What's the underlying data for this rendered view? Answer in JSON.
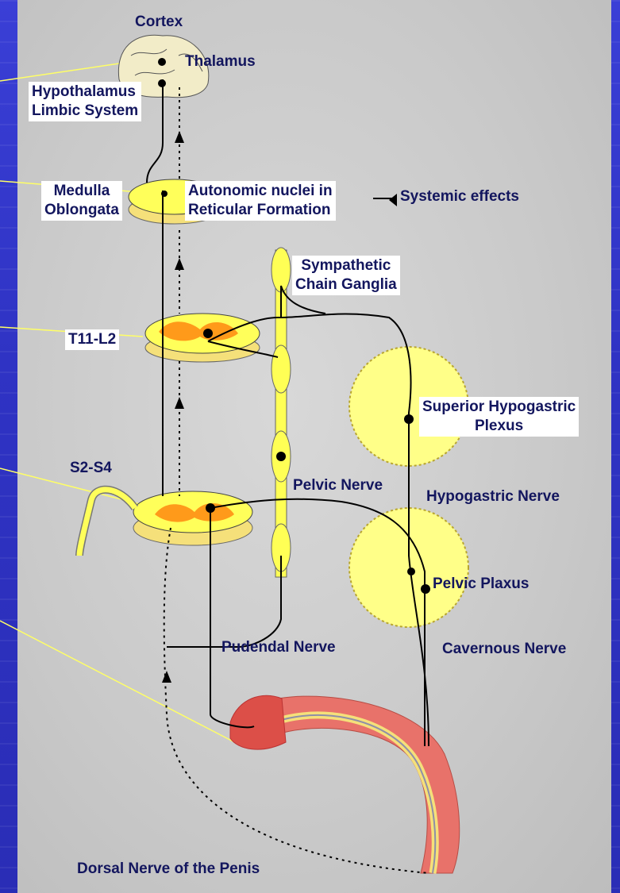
{
  "labels": {
    "cortex": "Cortex",
    "thalamus": "Thalamus",
    "hypothalamus": "Hypothalamus",
    "limbic_system": "Limbic System",
    "medulla": "Medulla",
    "oblongata": "Oblongata",
    "autonomic_line1": "Autonomic nuclei in",
    "autonomic_line2": "Reticular Formation",
    "systemic_effects": "Systemic effects",
    "sympathetic_line1": "Sympathetic",
    "sympathetic_line2": "Chain Ganglia",
    "t11_l2": "T11-L2",
    "superior_line1": "Superior Hypogastric",
    "superior_line2": "Plexus",
    "s2_s4": "S2-S4",
    "pelvic_nerve": "Pelvic Nerve",
    "hypogastric_nerve": "Hypogastric Nerve",
    "pelvic_plexus": "Pelvic Plaxus",
    "pudendal_nerve": "Pudendal Nerve",
    "cavernous_nerve": "Cavernous Nerve",
    "dorsal_nerve": "Dorsal Nerve of the Penis"
  },
  "colors": {
    "background": "#2f33c4",
    "panel": "#c9c9c9",
    "label_text": "#13165e",
    "pointer_line": "#ffff66",
    "ganglia": "#ffff55",
    "cord_gray": "#ff9a1a",
    "plexus_circle": "#ffff88",
    "penis_body": "#e8726a"
  }
}
